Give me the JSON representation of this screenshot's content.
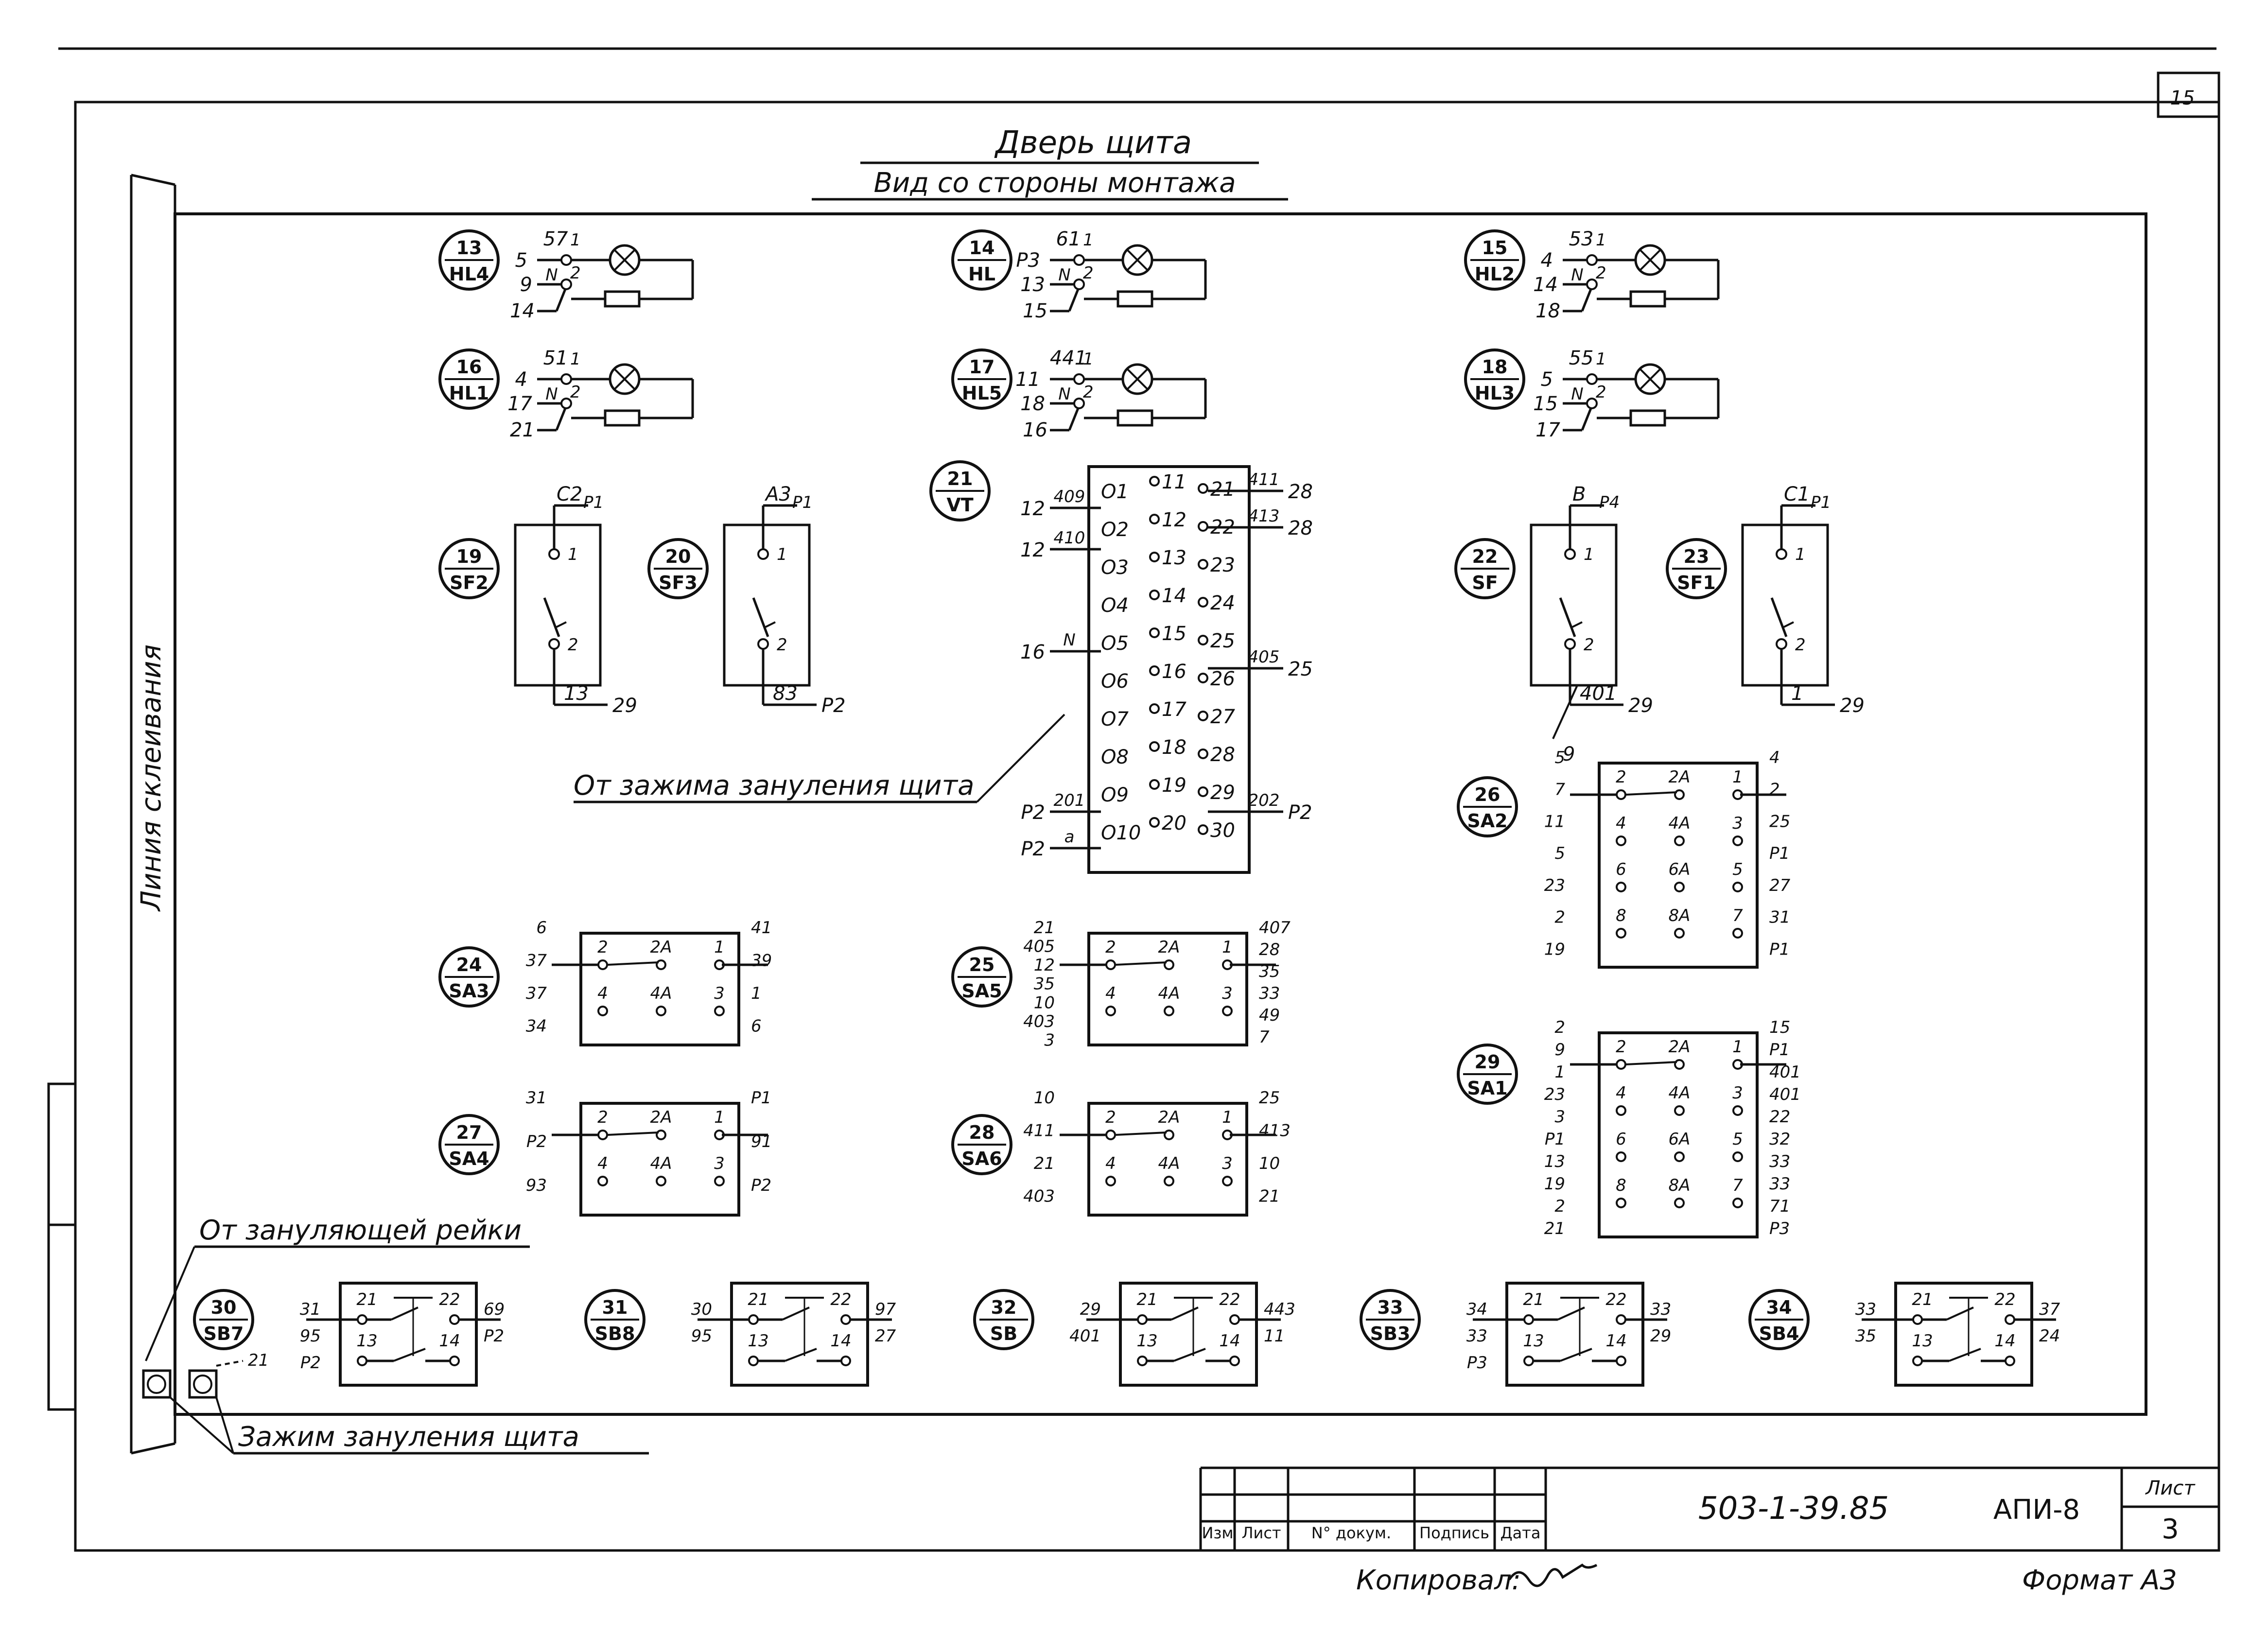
{
  "sheet_number_top": "15",
  "header": {
    "title": "Дверь щита",
    "subtitle": "Вид со стороны монтажа"
  },
  "side_label": "Линия склеивания",
  "annotations": {
    "ground_from_panel": "От зажима зануления щита",
    "ground_rail": "От зануляющей рейки",
    "ground_clamp": "Зажим зануления щита"
  },
  "lamps": [
    {
      "num": "13",
      "ref": "HL4",
      "w_top": "57",
      "t_left": "5",
      "t_mid": "9",
      "t_bot": "14"
    },
    {
      "num": "14",
      "ref": "HL",
      "w_top": "61",
      "t_left": "P3",
      "t_mid": "13",
      "t_bot": "15"
    },
    {
      "num": "15",
      "ref": "HL2",
      "w_top": "53",
      "t_left": "4",
      "t_mid": "14",
      "t_bot": "18"
    },
    {
      "num": "16",
      "ref": "HL1",
      "w_top": "51",
      "t_left": "4",
      "t_mid": "17",
      "t_bot": "21"
    },
    {
      "num": "17",
      "ref": "HL5",
      "w_top": "441",
      "t_left": "11",
      "t_mid": "18",
      "t_bot": "16"
    },
    {
      "num": "18",
      "ref": "HL3",
      "w_top": "55",
      "t_left": "5",
      "t_mid": "15",
      "t_bot": "17"
    }
  ],
  "lamp_common": {
    "pin1": "1",
    "pin2": "2",
    "neutral": "N"
  },
  "breakers": [
    {
      "num": "19",
      "ref": "SF2",
      "w_in": "C2",
      "t_in": "P1",
      "w_out": "13",
      "t_out": "29"
    },
    {
      "num": "20",
      "ref": "SF3",
      "w_in": "A3",
      "t_in": "P1",
      "w_out": "83",
      "t_out": "P2"
    },
    {
      "num": "22",
      "ref": "SF",
      "w_in": "B",
      "t_in": "P4",
      "w_out": "401",
      "t_out": "29"
    },
    {
      "num": "23",
      "ref": "SF1",
      "w_in": "C1",
      "t_in": "P1",
      "w_out": "1",
      "t_out": "29"
    }
  ],
  "breaker_extra": "9",
  "terminal_block": {
    "num": "21",
    "ref": "VT",
    "col1": [
      "O1",
      "O2",
      "O3",
      "O4",
      "O5",
      "O6",
      "O7",
      "O8",
      "O9",
      "O10"
    ],
    "col2": [
      "11",
      "12",
      "13",
      "14",
      "15",
      "16",
      "17",
      "18",
      "19",
      "20"
    ],
    "col3": [
      "21",
      "22",
      "23",
      "24",
      "25",
      "26",
      "27",
      "28",
      "29",
      "30"
    ],
    "left": [
      {
        "w": "409",
        "t": "12"
      },
      {
        "w": "410",
        "t": "12"
      },
      {
        "w": "N",
        "t": "16"
      },
      {
        "w": "201",
        "t": "P2"
      },
      {
        "w": "a",
        "t": "P2"
      }
    ],
    "right": [
      {
        "w": "411",
        "t": "28"
      },
      {
        "w": "413",
        "t": "28"
      },
      {
        "w": "405",
        "t": "25"
      },
      {
        "w": "202",
        "t": "P2"
      }
    ]
  },
  "switches": [
    {
      "num": "24",
      "ref": "SA3",
      "labels": [
        "6",
        "37",
        "37",
        "34",
        "41",
        "39",
        "1",
        "6"
      ]
    },
    {
      "num": "25",
      "ref": "SA5",
      "labels": [
        "21",
        "405",
        "12",
        "35",
        "10",
        "403",
        "3",
        "407",
        "28",
        "35",
        "33",
        "49",
        "7"
      ]
    },
    {
      "num": "27",
      "ref": "SA4",
      "labels": [
        "31",
        "P2",
        "93",
        "P1",
        "91",
        "P2"
      ]
    },
    {
      "num": "28",
      "ref": "SA6",
      "labels": [
        "10",
        "411",
        "21",
        "403",
        "25",
        "413",
        "10",
        "21"
      ]
    },
    {
      "num": "26",
      "ref": "SA2",
      "labels": [
        "5",
        "7",
        "11",
        "5",
        "23",
        "2",
        "19",
        "4",
        "2",
        "25",
        "P1",
        "27",
        "31",
        "P1"
      ]
    },
    {
      "num": "29",
      "ref": "SA1",
      "labels": [
        "2",
        "9",
        "1",
        "23",
        "3",
        "P1",
        "13",
        "19",
        "2",
        "21",
        "15",
        "P1",
        "401",
        "401",
        "22",
        "32",
        "33",
        "33",
        "71",
        "P3"
      ]
    }
  ],
  "switch_contacts": {
    "top": [
      "2",
      "2A",
      "1"
    ],
    "row2": [
      "4",
      "4A",
      "3"
    ],
    "row3": [
      "6",
      "6A",
      "5"
    ],
    "row4": [
      "8",
      "8A",
      "7"
    ]
  },
  "buttons": [
    {
      "num": "30",
      "ref": "SB7",
      "labels": [
        "31",
        "95",
        "P2",
        "69",
        "P2"
      ]
    },
    {
      "num": "31",
      "ref": "SB8",
      "labels": [
        "30",
        "95",
        "97",
        "27"
      ]
    },
    {
      "num": "32",
      "ref": "SB",
      "labels": [
        "29",
        "401",
        "443",
        "11"
      ]
    },
    {
      "num": "33",
      "ref": "SB3",
      "labels": [
        "34",
        "33",
        "P3",
        "33",
        "29"
      ]
    },
    {
      "num": "34",
      "ref": "SB4",
      "labels": [
        "33",
        "35",
        "37",
        "24"
      ]
    }
  ],
  "button_contacts": {
    "c1": "21",
    "c2": "22",
    "c3": "13",
    "c4": "14"
  },
  "ground_wire": "21",
  "title_block": {
    "headers": [
      "Изм",
      "Лист",
      "N° докум.",
      "Подпись",
      "Дата"
    ],
    "code": "503-1-39.85",
    "project": "АПИ-8",
    "sheet_label": "Лист",
    "sheet": "3"
  },
  "footer": {
    "copied": "Копировал:",
    "format": "Формат А3"
  }
}
